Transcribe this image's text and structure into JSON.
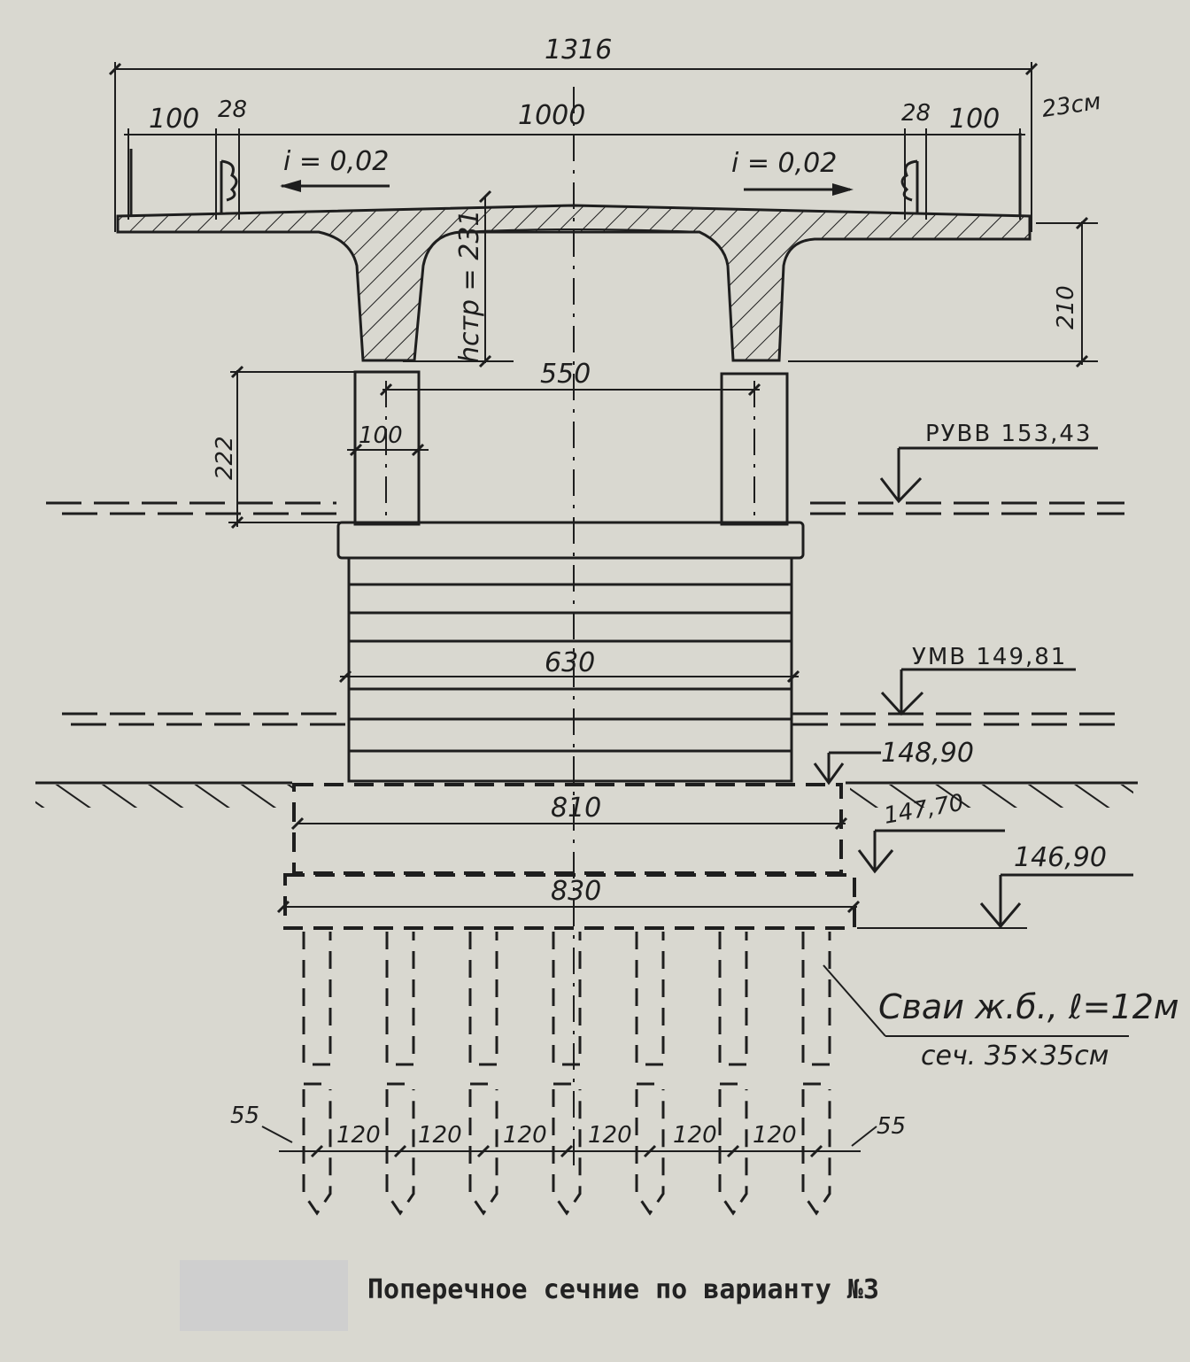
{
  "drawing": {
    "dims": {
      "overall_width": "1316",
      "side_left": "100",
      "curb_left": "28",
      "roadway": "1000",
      "curb_right": "28",
      "side_right": "100",
      "slope_left": "i = 0,02",
      "slope_right": "i = 0,02",
      "h_label": "hстр = 231",
      "height_right": "210",
      "pier_height": "222",
      "pier_spacing": "550",
      "pier_width": "100",
      "cap_width": "630",
      "footing_top_width": "810",
      "footing_bottom_width": "830",
      "pile_edge_left": "55",
      "pile_edge_right": "55",
      "pile_spacing": [
        "120",
        "120",
        "120",
        "120",
        "120",
        "120"
      ]
    },
    "levels": {
      "ruvv": "РУВВ 153,43",
      "umv": "УМВ 149,81",
      "ground": "148,90",
      "footing_top": "147,70",
      "footing_bottom": "146,90"
    },
    "piles_note": {
      "line1": "Сваи ж.б., ℓ=12м",
      "line2": "сеч. 35×35см"
    },
    "handwritten_note": "23см",
    "caption": "Поперечное сечние по варианту №3"
  },
  "colors": {
    "paper": "#d9d8d0",
    "ink": "#1e1e1e",
    "redaction": "#cfcfcf"
  }
}
